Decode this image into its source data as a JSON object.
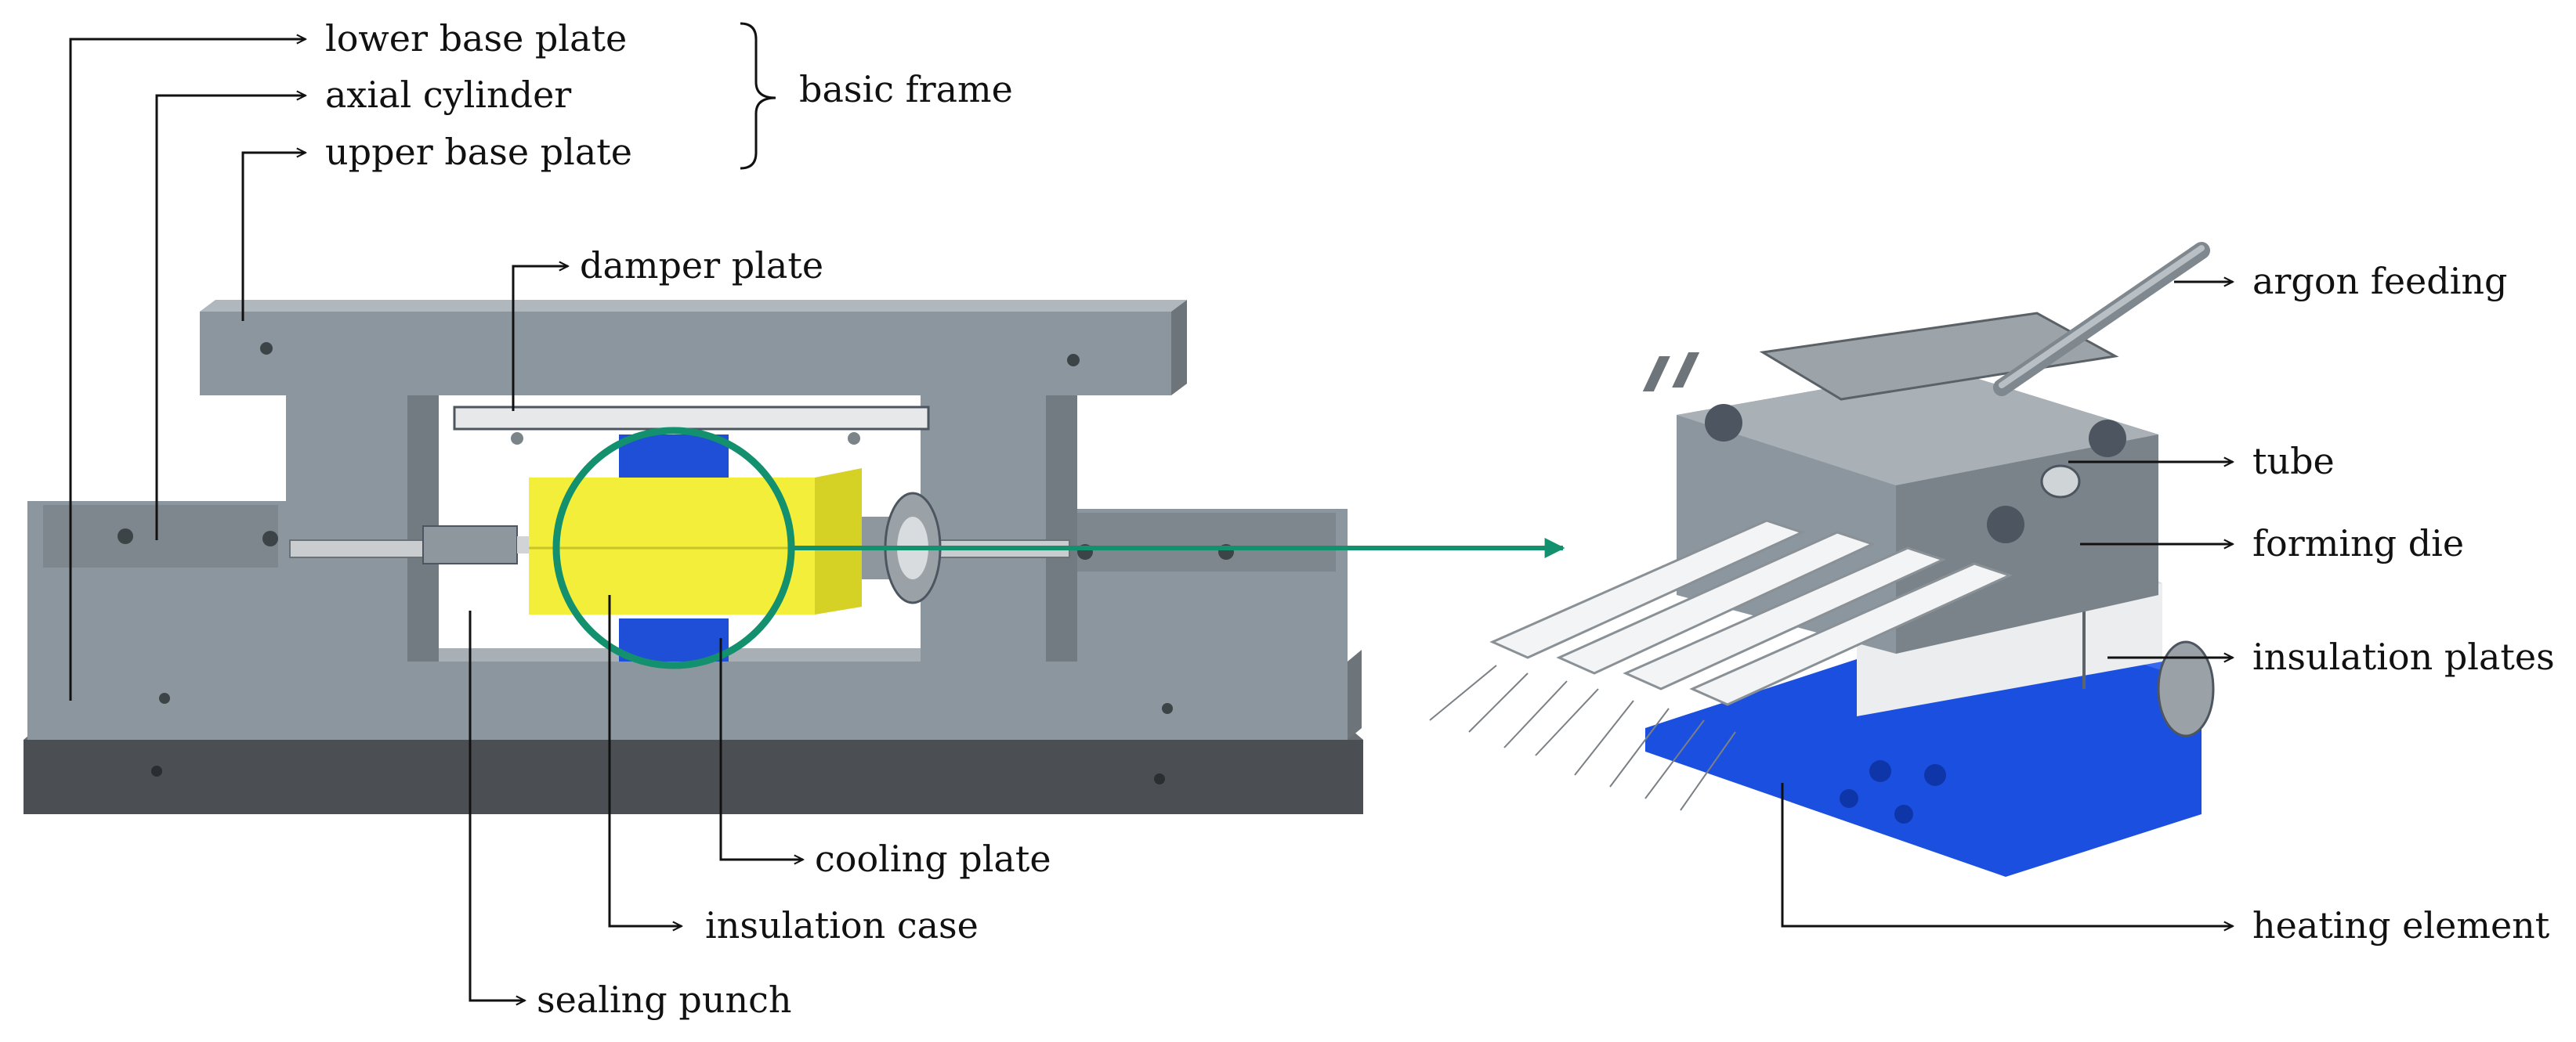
{
  "labels": {
    "lower_base_plate": "lower base plate",
    "axial_cylinder": "axial cylinder",
    "upper_base_plate": "upper base plate",
    "basic_frame": "basic frame",
    "damper_plate": "damper plate",
    "cooling_plate": "cooling plate",
    "insulation_case": "insulation case",
    "sealing_punch": "sealing punch",
    "argon_feeding": "argon feeding",
    "tube": "tube",
    "forming_die": "forming die",
    "insulation_plates": "insulation plates",
    "heating_element": "heating element"
  },
  "colors": {
    "frame_gray": "#8c969e",
    "frame_light": "#b4bcc2",
    "frame_dark": "#5f676d",
    "base_dark": "#4b4f53",
    "insulation_yellow": "#f2ee3a",
    "cooling_blue": "#1f4fd6",
    "heating_blue": "#1a4fe0",
    "insulation_white": "#ecedee",
    "highlight_green": "#13906e",
    "text": "#111111"
  }
}
